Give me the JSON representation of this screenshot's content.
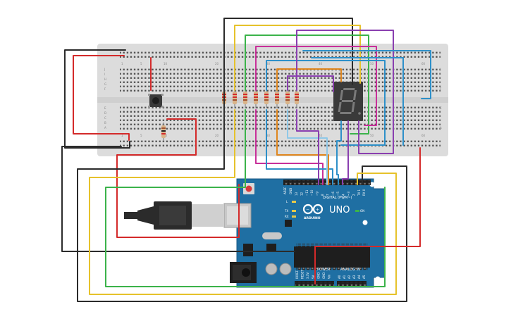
{
  "breadboard": {
    "column_numbers": [
      "1",
      "5",
      "10",
      "15",
      "20",
      "25",
      "30",
      "35",
      "40",
      "45",
      "50",
      "55",
      "60"
    ],
    "row_letters_top": [
      "J",
      "I",
      "H",
      "G",
      "F"
    ],
    "row_letters_bottom": [
      "E",
      "D",
      "C",
      "B",
      "A"
    ]
  },
  "arduino": {
    "logo": "UNO",
    "brand": "ARDUINO",
    "digital_label": "DIGITAL (PWM~)",
    "aref_label": "AREF",
    "gnd_label": "GND",
    "power_label": "POWER",
    "analog_label": "ANALOG IN",
    "led_l": "L",
    "led_tx": "TX",
    "led_rx": "RX",
    "on_label": "ON",
    "digital_pins": [
      "13",
      "12",
      "~11",
      "~10",
      "~9",
      "8",
      "7",
      "~6",
      "~5",
      "4",
      "~3",
      "2",
      "TX 1",
      "RX 0"
    ],
    "power_pins": [
      "IOREF",
      "RESET",
      "3.3V",
      "5V",
      "GND",
      "GND",
      "Vin"
    ],
    "analog_pins": [
      "A0",
      "A1",
      "A2",
      "A3",
      "A4",
      "A5"
    ]
  },
  "colors": {
    "breadboard": "#dcdcdc",
    "board": "#1f6fa3",
    "wire_black": "#2b2b2b",
    "wire_red": "#d42a2a",
    "wire_yellow": "#e6c22b",
    "wire_green": "#3bb34a",
    "wire_purple": "#8a3fb0",
    "wire_magenta": "#c8309a",
    "wire_blue": "#2e90c9",
    "wire_orange": "#e0871f",
    "wire_lightblue": "#8fc8e8"
  }
}
